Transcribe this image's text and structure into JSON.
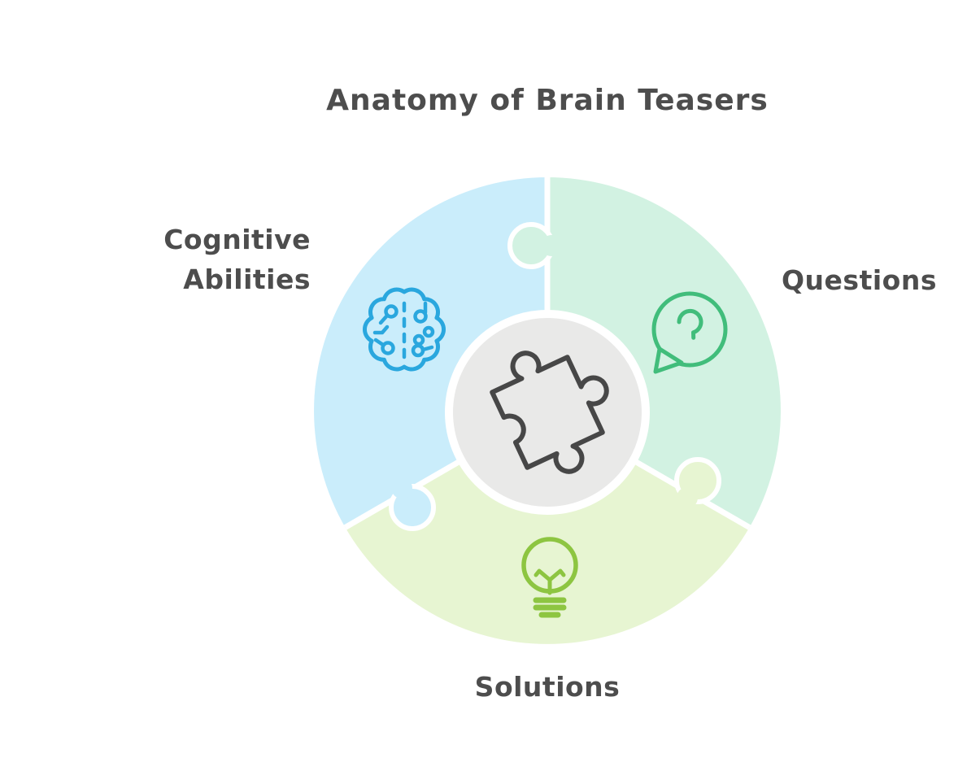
{
  "title": "Anatomy of Brain Teasers",
  "diagram": {
    "type": "circular-puzzle",
    "background": "#FFFFFF",
    "text_color": "#4D4D4D",
    "center": {
      "icon": "puzzle-piece-icon",
      "fill": "#E9E9E8",
      "icon_color": "#474747"
    },
    "segments": [
      {
        "id": "cognitive-abilities",
        "label": "Cognitive Abilities",
        "label_lines": [
          "Cognitive",
          "Abilities"
        ],
        "position": "upper-left",
        "color": "#CAEDFB",
        "icon": "brain-circuit-icon",
        "icon_color": "#2AA7DE"
      },
      {
        "id": "questions",
        "label": "Questions",
        "label_lines": [
          "Questions"
        ],
        "position": "upper-right",
        "color": "#D2F2E2",
        "icon": "question-speech-bubble-icon",
        "icon_color": "#41BD7B"
      },
      {
        "id": "solutions",
        "label": "Solutions",
        "label_lines": [
          "Solutions"
        ],
        "position": "bottom",
        "color": "#E7F5D2",
        "icon": "lightbulb-icon",
        "icon_color": "#8DC541"
      }
    ]
  }
}
